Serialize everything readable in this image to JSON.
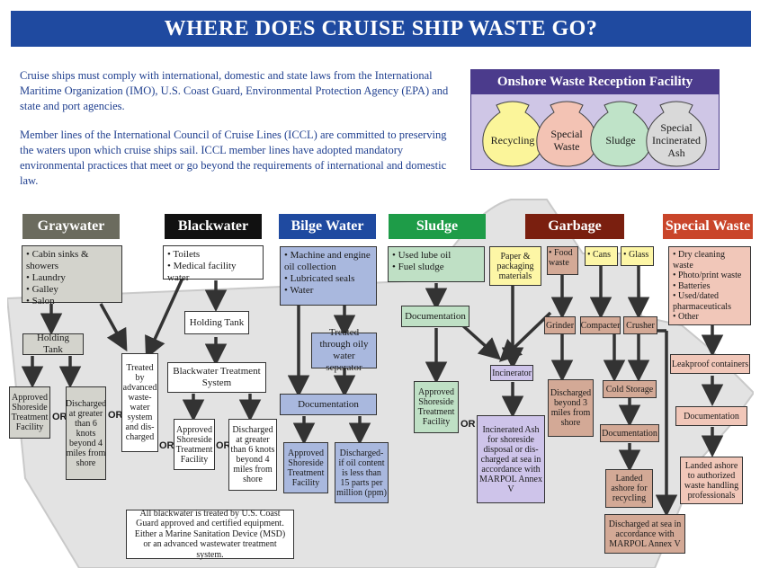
{
  "title": "WHERE DOES CRUISE SHIP WASTE GO?",
  "intro": {
    "p1": "Cruise ships must comply with international, domestic and state laws from the International Maritime Organization (IMO), U.S. Coast Guard, Environmental Protection Agency (EPA) and state and port agencies.",
    "p2": "Member lines of the International Council of Cruise Lines (ICCL) are committed to preserving the waters upon which cruise ships sail. ICCL member lines have adopted mandatory environmental practices that meet or go beyond the requirements of international and domestic law."
  },
  "onshore": {
    "title": "Onshore Waste Reception Facility",
    "bags": [
      "Recycling",
      "Special Waste",
      "Sludge",
      "Special Incinerated Ash"
    ]
  },
  "or_label": "OR",
  "graywater": {
    "header": "Graywater",
    "items": [
      "Cabin sinks & showers",
      "Laundry",
      "Galley",
      "Salon"
    ],
    "holding_tank": "Holding Tank",
    "approved": "Approved Shoreside Treatment Facility",
    "discharged": "Discharged at greater than 6 knots beyond 4 miles from shore",
    "treated": "Treated by advanced waste-water system and dis-charged"
  },
  "blackwater": {
    "header": "Blackwater",
    "items": [
      "Toilets",
      "Medical facility water"
    ],
    "holding_tank": "Holding Tank",
    "treatment": "Blackwater Treatment System",
    "approved": "Approved Shoreside Treatment Facility",
    "discharged": "Discharged at greater than 6 knots beyond 4 miles from shore",
    "note": "All blackwater is treated by U.S. Coast Guard approved and certified equipment. Either a Marine Sanitation Device (MSD) or an advanced wastewater treatment system."
  },
  "bilge": {
    "header": "Bilge Water",
    "items": [
      "Machine and engine oil collection",
      "Lubricated seals",
      "Water"
    ],
    "separator": "Treated through oily water seperator",
    "documentation": "Documentation",
    "approved": "Approved Shoreside Treatment Facility",
    "discharged": "Discharged- if oil content is less than 15 parts per million (ppm)"
  },
  "sludge": {
    "header": "Sludge",
    "items": [
      "Used lube oil",
      "Fuel sludge"
    ],
    "documentation": "Documentation",
    "approved": "Approved Shoreside Treatment Facility"
  },
  "garbage": {
    "header": "Garbage",
    "paper": "Paper & packaging materials",
    "food": "Food waste",
    "cans": "Cans",
    "glass": "Glass",
    "incinerator": "Incinerator",
    "incinerated_ash": "Incinerated Ash for shoreside disposal or dis-charged at sea in accordance with MARPOL Annex V",
    "grinder": "Grinder",
    "compacter": "Compacter",
    "crusher": "Crusher",
    "discharged_food": "Discharged beyond 3 miles from shore",
    "cold_storage": "Cold Storage",
    "documentation": "Documentation",
    "landed": "Landed ashore for recycling",
    "discharged_sea": "Discharged at sea in accordance with MARPOL Annex V"
  },
  "special": {
    "header": "Special Waste",
    "items": [
      "Dry cleaning waste",
      "Photo/print waste",
      "Batteries",
      "Used/dated pharmaceuticals",
      "Other"
    ],
    "leakproof": "Leakproof containers",
    "documentation": "Documentation",
    "landed": "Landed ashore to authorized waste handling professionals"
  },
  "colors": {
    "banner": "#1f4aa0",
    "graywater": "#6b6b5e",
    "blackwater": "#111111",
    "bilge": "#1f4aa0",
    "sludge": "#1e9c48",
    "garbage": "#7a1f0f",
    "special": "#c9452a",
    "onshore": "#4b3b8c"
  }
}
